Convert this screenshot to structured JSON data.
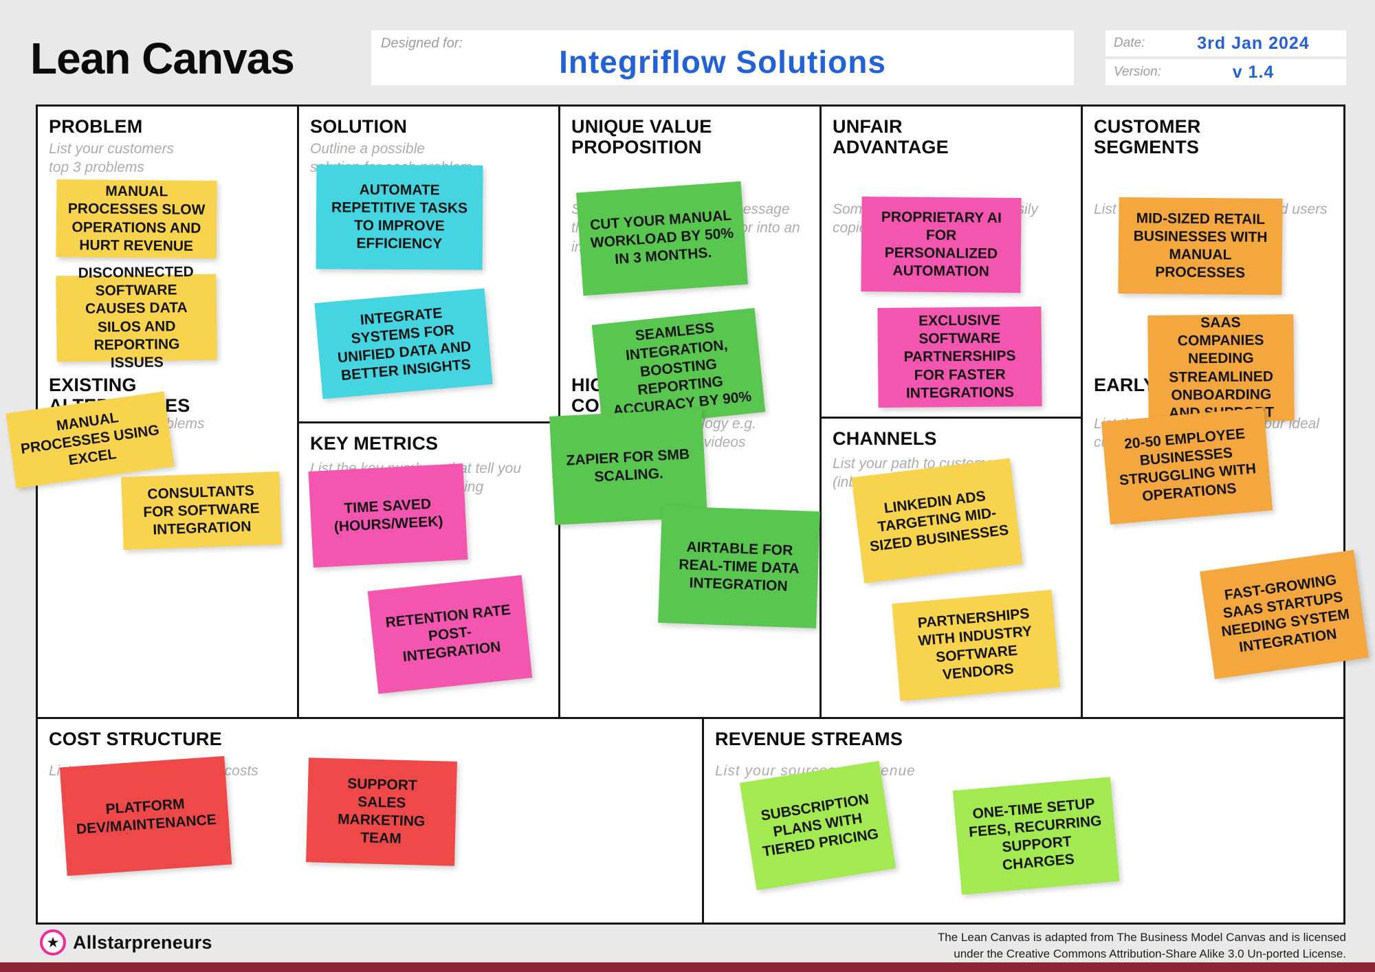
{
  "header": {
    "title": "Lean Canvas",
    "designed_for": {
      "label": "Designed for:",
      "value": "Integriflow Solutions"
    },
    "date": {
      "label": "Date:",
      "value": "3rd Jan 2024"
    },
    "version": {
      "label": "Version:",
      "value": "v 1.4"
    }
  },
  "canvas": {
    "problem": {
      "title": "PROBLEM",
      "placeholder": "List your customers top 3 problems",
      "notes": [
        "MANUAL PROCESSES SLOW OPERATIONS AND HURT REVENUE",
        "DISCONNECTED SOFTWARE CAUSES DATA SILOS AND REPORTING ISSUES"
      ]
    },
    "existing_alternatives": {
      "title": "EXISTING ALTERNATIVES",
      "placeholder": "List how these problems are solved today",
      "notes": [
        "MANUAL PROCESSES USING EXCEL",
        "CONSULTANTS FOR SOFTWARE INTEGRATION"
      ]
    },
    "solution": {
      "title": "SOLUTION",
      "placeholder": "Outline a possible solution for each problem",
      "notes": [
        "AUTOMATE REPETITIVE TASKS TO IMPROVE EFFICIENCY",
        "INTEGRATE SYSTEMS FOR UNIFIED DATA AND BETTER INSIGHTS"
      ]
    },
    "key_metrics": {
      "title": "KEY METRICS",
      "placeholder": "List the key numbers that tell you how your business is doing",
      "notes": [
        "TIME SAVED (HOURS/WEEK)",
        "RETENTION RATE POST-INTEGRATION"
      ]
    },
    "unique_value_proposition": {
      "title": "UNIQUE VALUE PROPOSITION",
      "placeholder": "Single, clear, compelling message that turns an unaware visitor into an interested prospect",
      "notes": [
        "CUT YOUR MANUAL WORKLOAD BY 50% IN 3 MONTHS.",
        "SEAMLESS INTEGRATION, BOOSTING REPORTING ACCURACY BY 90%"
      ]
    },
    "high_level_concept": {
      "title": "HIGH LEVEL CONCEPT",
      "placeholder": "List your X for Y analogy e.g. YouTube = Flickr for videos",
      "notes": [
        "ZAPIER FOR SMB SCALING.",
        "AIRTABLE FOR REAL-TIME DATA INTEGRATION"
      ]
    },
    "unfair_advantage": {
      "title": "UNFAIR ADVANTAGE",
      "placeholder": "Something that cannot be easily copied or bought",
      "notes": [
        "PROPRIETARY AI FOR PERSONALIZED AUTOMATION",
        "EXCLUSIVE SOFTWARE PARTNERSHIPS FOR FASTER INTEGRATIONS"
      ]
    },
    "channels": {
      "title": "CHANNELS",
      "placeholder": "List your path to customers (inbound or outbound)",
      "notes": [
        "LINKEDIN ADS TARGETING MID-SIZED BUSINESSES",
        "PARTNERSHIPS WITH INDUSTRY SOFTWARE VENDORS"
      ]
    },
    "customer_segments": {
      "title": "CUSTOMER SEGMENTS",
      "placeholder": "List your target customers and users",
      "notes": [
        "MID-SIZED RETAIL BUSINESSES WITH MANUAL PROCESSES",
        "SAAS COMPANIES NEEDING STREAMLINED ONBOARDING AND SUPPORT"
      ]
    },
    "early_adopters": {
      "title": "EARLY ADOPTERS",
      "placeholder": "List the characteristics of your ideal customers",
      "notes": [
        "20-50 EMPLOYEE BUSINESSES STRUGGLING WITH OPERATIONS",
        "FAST-GROWING SAAS STARTUPS NEEDING SYSTEM INTEGRATION"
      ]
    },
    "cost_structure": {
      "title": "COST STRUCTURE",
      "placeholder": "List your fixed and variable costs",
      "notes": [
        "PLATFORM DEV/MAINTENANCE",
        "SUPPORT SALES MARKETING TEAM"
      ]
    },
    "revenue_streams": {
      "title": "REVENUE STREAMS",
      "placeholder": "List your sources of revenue",
      "notes": [
        "SUBSCRIPTION PLANS WITH TIERED PRICING",
        "ONE-TIME SETUP FEES, RECURRING SUPPORT CHARGES"
      ]
    }
  },
  "footer": {
    "logo_text": "Allstarpreneurs",
    "logo_star": "★",
    "license_line1": "The Lean Canvas is adapted from The Business Model Canvas and is licensed",
    "license_line2": "under the Creative Commons Attribution-Share Alike 3.0 Un-ported License."
  },
  "colors": {
    "note_yellow": "#F8D34D",
    "note_cyan": "#45D5E0",
    "note_pink": "#F355AF",
    "note_green": "#59C64F",
    "note_orange": "#F4A73E",
    "note_red": "#EE4848",
    "note_lime": "#A3E951",
    "accent_blue": "#2361D6",
    "logo_pink": "#EE2E96",
    "bottom_bar": "#8A2433",
    "background": "#E9E9E9"
  }
}
